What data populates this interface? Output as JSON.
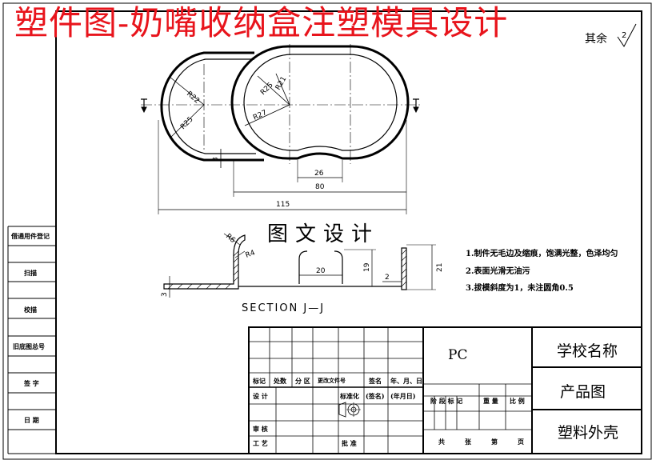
{
  "title": "塑件图-奶嘴收纳盒注塑模具设计",
  "corner_label": "其余",
  "corner_value": "2",
  "watermark": "图文设计",
  "section_label": "SECTION J—J",
  "dimensions": {
    "top": {
      "r22": "R22",
      "r25a": "R25",
      "r25b": "R25",
      "r21": "R21",
      "r27": "R27",
      "d3": "3",
      "d26": "26",
      "d80": "80",
      "d115": "115"
    },
    "section": {
      "r6": "R6",
      "r4": "R4",
      "d3": "3",
      "d20": "20",
      "d19": "19",
      "d2": "2",
      "d21": "21"
    }
  },
  "notes": [
    "1.制件无毛边及缩痕，饱满光整，色泽均匀",
    "2.表面光滑无油污",
    "3.拔模斜度为1，未注圆角0.5"
  ],
  "left_margin_labels": [
    "借通用件登记",
    "扫描",
    "校描",
    "旧底图总号",
    "签 字",
    "日 期"
  ],
  "title_block": {
    "material": "PC",
    "school": "学校名称",
    "drawing_type": "产品图",
    "part_name": "塑料外壳",
    "rev_headers": [
      "标记",
      "处数",
      "分 区",
      "更改文件号",
      "签名",
      "年、月、日"
    ],
    "design_label": "设 计",
    "standard_label": "标准化",
    "sign_label": "(签名)",
    "date_label": "(年月日)",
    "stage_headers": [
      "阶 段 标 记",
      "重 量",
      "比 例"
    ],
    "review_label": "审 核",
    "process_label": "工 艺",
    "approve_label": "批 准",
    "sheet_row": [
      "共",
      "张",
      "第",
      "页"
    ]
  }
}
